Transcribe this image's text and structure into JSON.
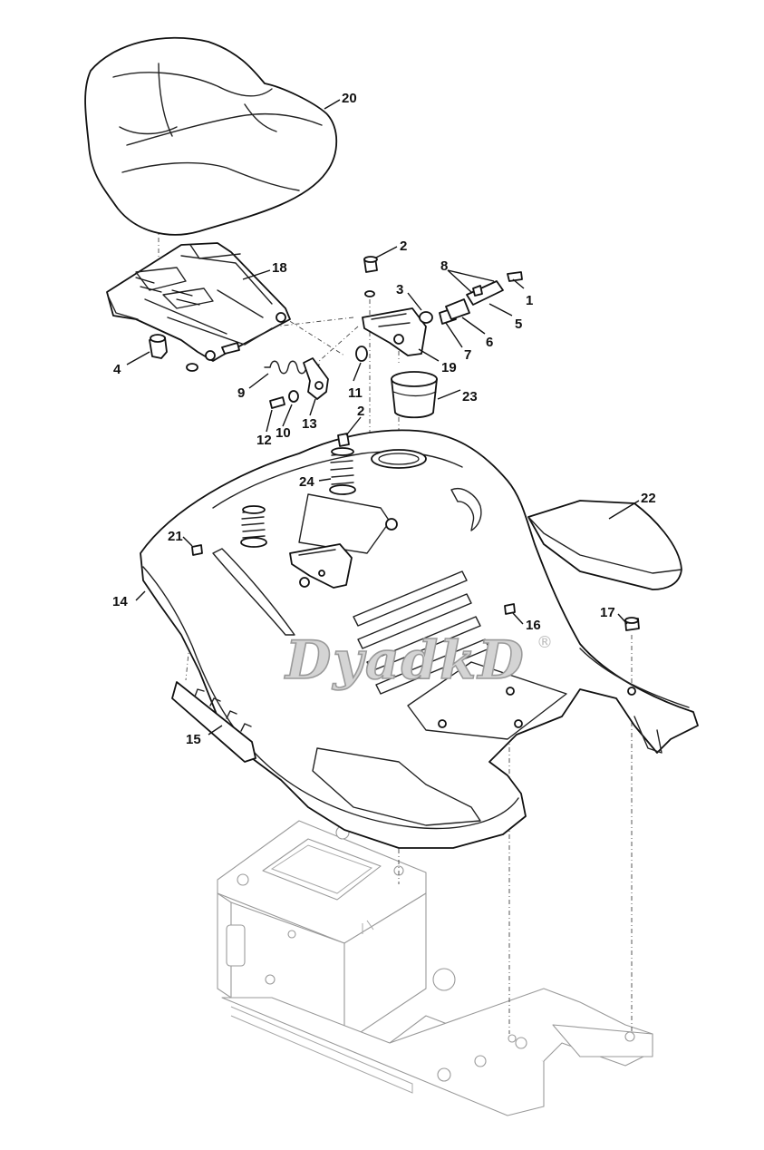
{
  "watermark": {
    "text": "DyadkD",
    "mark": "®"
  },
  "callouts": [
    {
      "id": "callout-1",
      "text": "1"
    },
    {
      "id": "callout-2a",
      "text": "2"
    },
    {
      "id": "callout-2b",
      "text": "2"
    },
    {
      "id": "callout-3",
      "text": "3"
    },
    {
      "id": "callout-4",
      "text": "4"
    },
    {
      "id": "callout-5",
      "text": "5"
    },
    {
      "id": "callout-6",
      "text": "6"
    },
    {
      "id": "callout-7",
      "text": "7"
    },
    {
      "id": "callout-8",
      "text": "8"
    },
    {
      "id": "callout-9",
      "text": "9"
    },
    {
      "id": "callout-10",
      "text": "10"
    },
    {
      "id": "callout-11",
      "text": "11"
    },
    {
      "id": "callout-12",
      "text": "12"
    },
    {
      "id": "callout-13",
      "text": "13"
    },
    {
      "id": "callout-14",
      "text": "14"
    },
    {
      "id": "callout-15",
      "text": "15"
    },
    {
      "id": "callout-16",
      "text": "16"
    },
    {
      "id": "callout-17",
      "text": "17"
    },
    {
      "id": "callout-18",
      "text": "18"
    },
    {
      "id": "callout-19",
      "text": "19"
    },
    {
      "id": "callout-20",
      "text": "20"
    },
    {
      "id": "callout-21",
      "text": "21"
    },
    {
      "id": "callout-22",
      "text": "22"
    },
    {
      "id": "callout-23",
      "text": "23"
    },
    {
      "id": "callout-24",
      "text": "24"
    }
  ]
}
